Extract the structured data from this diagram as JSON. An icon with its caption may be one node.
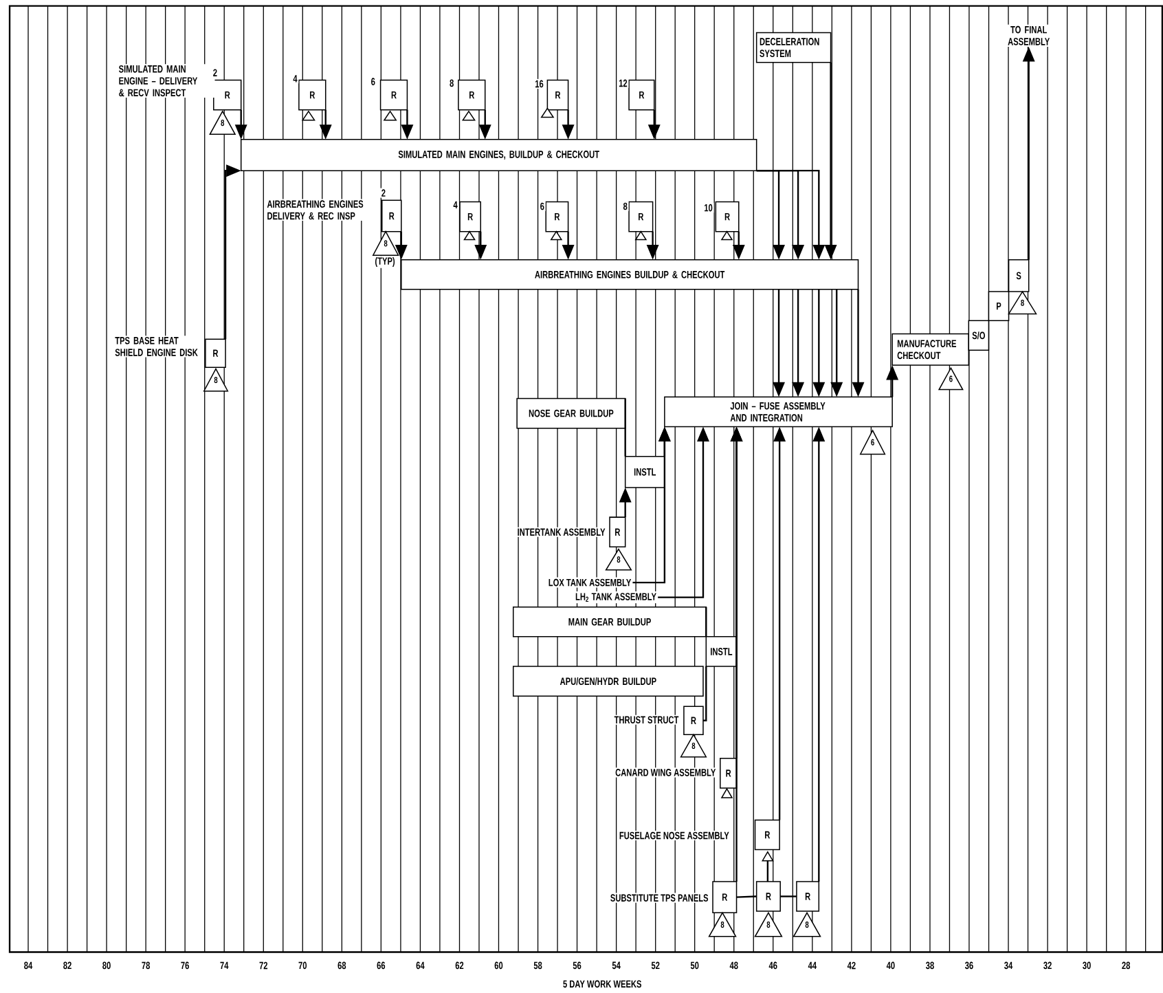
{
  "diagram": {
    "nodes": [
      {
        "text": [
          "R"
        ],
        "beside": [
          "SIMULATED MAIN ENGINE – DELIVERY & RECV INSPECT",
          "2"
        ]
      },
      {
        "text": [
          "8"
        ]
      },
      {
        "text": [
          "R"
        ],
        "beside": [
          "4"
        ]
      },
      {
        "text": [],
        "shape": "triangle"
      },
      {
        "text": [
          "R"
        ],
        "beside": [
          "6"
        ]
      },
      {
        "text": [],
        "shape": "triangle"
      },
      {
        "text": [
          "R"
        ],
        "beside": [
          "8"
        ]
      },
      {
        "text": [],
        "shape": "triangle"
      },
      {
        "text": [
          "R"
        ],
        "beside": [
          "16"
        ]
      },
      {
        "text": [],
        "shape": "triangle"
      },
      {
        "text": [
          "R"
        ],
        "beside": [
          "12"
        ]
      },
      {
        "text": [
          "SIMULATED MAIN ENGINES, BUILDUP & CHECKOUT"
        ]
      },
      {
        "text": [
          "DECELERATION SYSTEM"
        ]
      },
      {
        "text": [
          "R"
        ],
        "beside": [
          "TPS BASE HEAT SHIELD ENGINE DISK"
        ]
      },
      {
        "text": [
          "8"
        ]
      },
      {
        "text": [
          "R"
        ],
        "beside": [
          "AIRBREATHING ENGINES DELIVERY & REC INSP",
          "2"
        ]
      },
      {
        "text": [
          "8"
        ],
        "beside": [
          "(TYP)"
        ]
      },
      {
        "text": [
          "R"
        ],
        "beside": [
          "4"
        ]
      },
      {
        "text": [],
        "shape": "triangle"
      },
      {
        "text": [
          "R"
        ],
        "beside": [
          "6"
        ]
      },
      {
        "text": [],
        "shape": "triangle"
      },
      {
        "text": [
          "R"
        ],
        "beside": [
          "8"
        ]
      },
      {
        "text": [],
        "shape": "triangle"
      },
      {
        "text": [
          "R"
        ],
        "beside": [
          "10"
        ]
      },
      {
        "text": [],
        "shape": "triangle"
      },
      {
        "text": [
          "AIRBREATHING ENGINES BUILDUP & CHECKOUT"
        ]
      },
      {
        "text": [
          "JOIN – FUSE ASSEMBLY AND INTEGRATION"
        ]
      },
      {
        "text": [
          "6"
        ]
      },
      {
        "text": [
          "MANUFACTURE CHECKOUT"
        ]
      },
      {
        "text": [
          "6"
        ]
      },
      {
        "text": [
          "S/O"
        ]
      },
      {
        "text": [
          "P"
        ]
      },
      {
        "text": [
          "S"
        ]
      },
      {
        "text": [
          "8"
        ]
      },
      {
        "text": [
          "TO FINAL ASSEMBLY"
        ]
      },
      {
        "text": [
          "NOSE GEAR BUILDUP"
        ]
      },
      {
        "text": [
          "INSTL"
        ]
      },
      {
        "text": [
          "R"
        ],
        "beside": [
          "INTERTANK ASSEMBLY"
        ]
      },
      {
        "text": [
          "8"
        ]
      },
      {
        "text": [
          "LOX TANK ASSEMBLY"
        ]
      },
      {
        "text": [
          "LH$_{2}$ TANK ASSEMBLY"
        ]
      },
      {
        "text": [
          "MAIN GEAR BUILDUP"
        ]
      },
      {
        "text": [
          "INSTL"
        ]
      },
      {
        "text": [
          "APU/GEN/HYDR BUILDUP"
        ]
      },
      {
        "text": [
          "R"
        ],
        "beside": [
          "THRUST STRUCT"
        ]
      },
      {
        "text": [
          "8"
        ]
      },
      {
        "text": [
          "R"
        ],
        "beside": [
          "CANARD WING ASSEMBLY"
        ]
      },
      {
        "text": [],
        "shape": "triangle"
      },
      {
        "text": [
          "R"
        ],
        "beside": [
          "FUSELAGE NOSE ASSEMBLY"
        ]
      },
      {
        "text": [],
        "shape": "triangle"
      },
      {
        "text": [
          "R"
        ],
        "beside": [
          "SUBSTITUTE TPS PANELS"
        ]
      },
      {
        "text": [
          "8"
        ]
      },
      {
        "text": [
          "R"
        ]
      },
      {
        "text": [
          "8"
        ]
      },
      {
        "text": [
          "R"
        ]
      },
      {
        "text": [
          "8"
        ]
      }
    ],
    "edges": [
      {
        "from": 0,
        "to": 11,
        "arrow": "to"
      },
      {
        "from": 2,
        "to": 11,
        "arrow": "to"
      },
      {
        "from": 4,
        "to": 11,
        "arrow": "to"
      },
      {
        "from": 6,
        "to": 11,
        "arrow": "to"
      },
      {
        "from": 8,
        "to": 11,
        "arrow": "to"
      },
      {
        "from": 10,
        "to": 11,
        "arrow": "to"
      },
      {
        "from": 13,
        "to": 11,
        "arrow": "to"
      },
      {
        "from": 15,
        "to": 25,
        "arrow": "to"
      },
      {
        "from": 17,
        "to": 25,
        "arrow": "to"
      },
      {
        "from": 19,
        "to": 25,
        "arrow": "to"
      },
      {
        "from": 21,
        "to": 25,
        "arrow": "to"
      },
      {
        "from": 23,
        "to": 25,
        "arrow": "to"
      },
      {
        "from": 11,
        "to": 25,
        "arrow": "to"
      },
      {
        "from": 11,
        "to": 25,
        "arrow": "to"
      },
      {
        "from": 11,
        "to": 25,
        "arrow": "to"
      },
      {
        "from": 12,
        "to": 25,
        "arrow": "to"
      },
      {
        "from": 25,
        "to": 26,
        "arrow": "to"
      },
      {
        "from": 25,
        "to": 26,
        "arrow": "to"
      },
      {
        "from": 25,
        "to": 26,
        "arrow": "to"
      },
      {
        "from": 25,
        "to": 26,
        "arrow": "to"
      },
      {
        "from": 25,
        "to": 26,
        "arrow": "to"
      },
      {
        "from": 26,
        "to": 28,
        "arrow": "to"
      },
      {
        "from": 32,
        "to": 34,
        "arrow": "to"
      },
      {
        "from": 35,
        "to": 36,
        "arrow": "none"
      },
      {
        "from": 37,
        "to": 36,
        "arrow": "to"
      },
      {
        "from": 36,
        "to": 26,
        "arrow": "to"
      },
      {
        "from": 39,
        "to": 26,
        "arrow": "to"
      },
      {
        "from": 40,
        "to": 26,
        "arrow": "to"
      },
      {
        "from": 41,
        "to": 42,
        "arrow": "none"
      },
      {
        "from": 44,
        "to": 42,
        "arrow": "none"
      },
      {
        "from": 42,
        "to": 26,
        "arrow": "to"
      },
      {
        "from": 46,
        "to": 26,
        "arrow": "to"
      },
      {
        "from": 50,
        "to": 26,
        "arrow": "to"
      },
      {
        "from": 50,
        "to": 52,
        "arrow": "none"
      },
      {
        "from": 52,
        "to": 54,
        "arrow": "none"
      },
      {
        "from": 49,
        "to": 52,
        "arrow": "none"
      },
      {
        "from": 48,
        "to": 26,
        "arrow": "to"
      },
      {
        "from": 54,
        "to": 26,
        "arrow": "to"
      }
    ],
    "labels": [
      "84",
      "82",
      "80",
      "78",
      "76",
      "74",
      "72",
      "70",
      "68",
      "66",
      "64",
      "62",
      "60",
      "58",
      "56",
      "54",
      "52",
      "50",
      "48",
      "46",
      "44",
      "42",
      "40",
      "38",
      "36",
      "34",
      "32",
      "30",
      "28",
      "5 DAY WORK WEEKS"
    ]
  }
}
